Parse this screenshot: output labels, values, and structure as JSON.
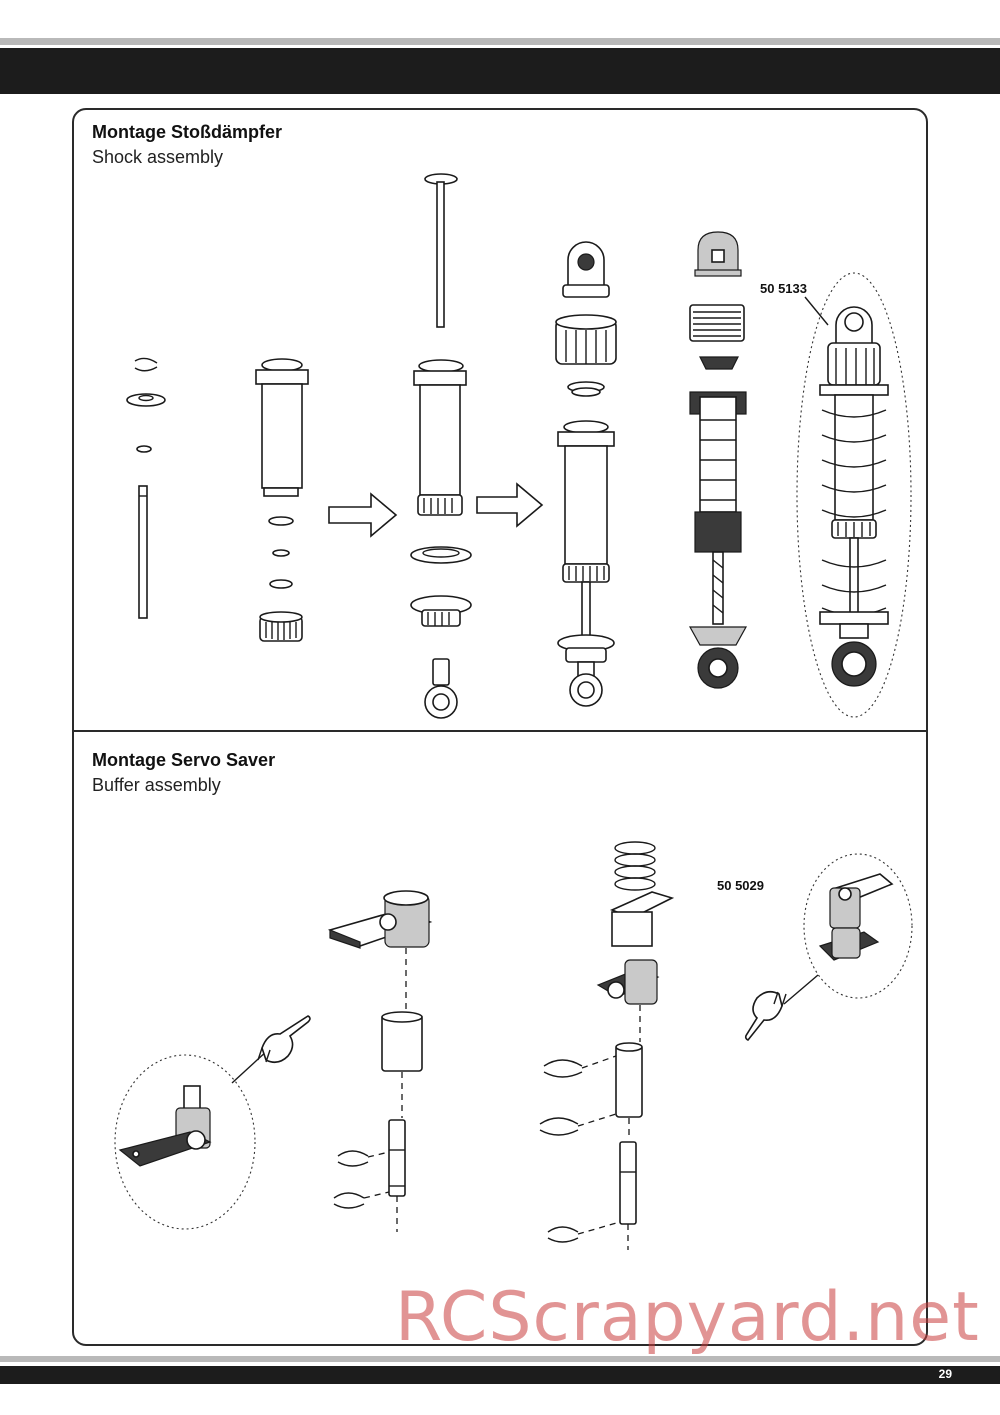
{
  "section1": {
    "title_de": "Montage Stoßdämpfer",
    "title_en": "Shock assembly",
    "part_number": "50 5133"
  },
  "section2": {
    "title_de": "Montage Servo Saver",
    "title_en": "Buffer assembly",
    "part_number": "50 5029"
  },
  "page_number": "29",
  "watermark": "RCScrapyard.net",
  "colors": {
    "bars": "#1c1c1c",
    "rules": "#b9b9b9",
    "watermark": "#c83c3c"
  },
  "icons": [
    "pointing-hand-icon",
    "arrow-right-icon"
  ]
}
